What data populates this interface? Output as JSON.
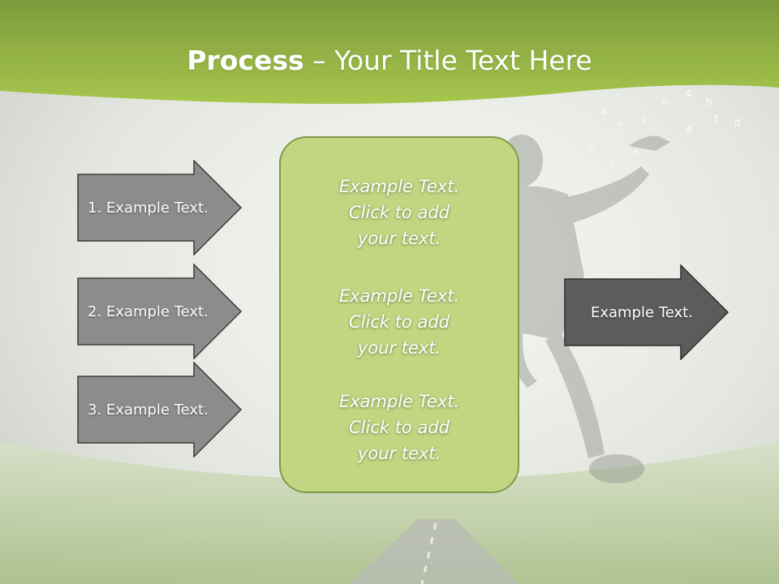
{
  "title": {
    "bold": "Process",
    "rest": " – Your Title Text Here"
  },
  "colors": {
    "header_green": "#a2c24a",
    "arrow_gray": "#8c8c8c",
    "arrow_dark": "#5c5c5c",
    "panel_green": "#c2d681",
    "panel_border": "#7f9a48"
  },
  "left_arrows": [
    {
      "label": "1. Example Text."
    },
    {
      "label": "2. Example Text."
    },
    {
      "label": "3. Example Text."
    }
  ],
  "center_panel": {
    "blocks": [
      {
        "line1": "Example Text.",
        "line2": "Click  to add",
        "line3": "your text."
      },
      {
        "line1": "Example Text.",
        "line2": "Click  to add",
        "line3": "your text."
      },
      {
        "line1": "Example Text.",
        "line2": "Click  to add",
        "line3": "your text."
      }
    ]
  },
  "right_arrow": {
    "label": "Example Text."
  },
  "background": {
    "illustration": "jumping-businessman-photo",
    "scenery": "green-field-road"
  }
}
